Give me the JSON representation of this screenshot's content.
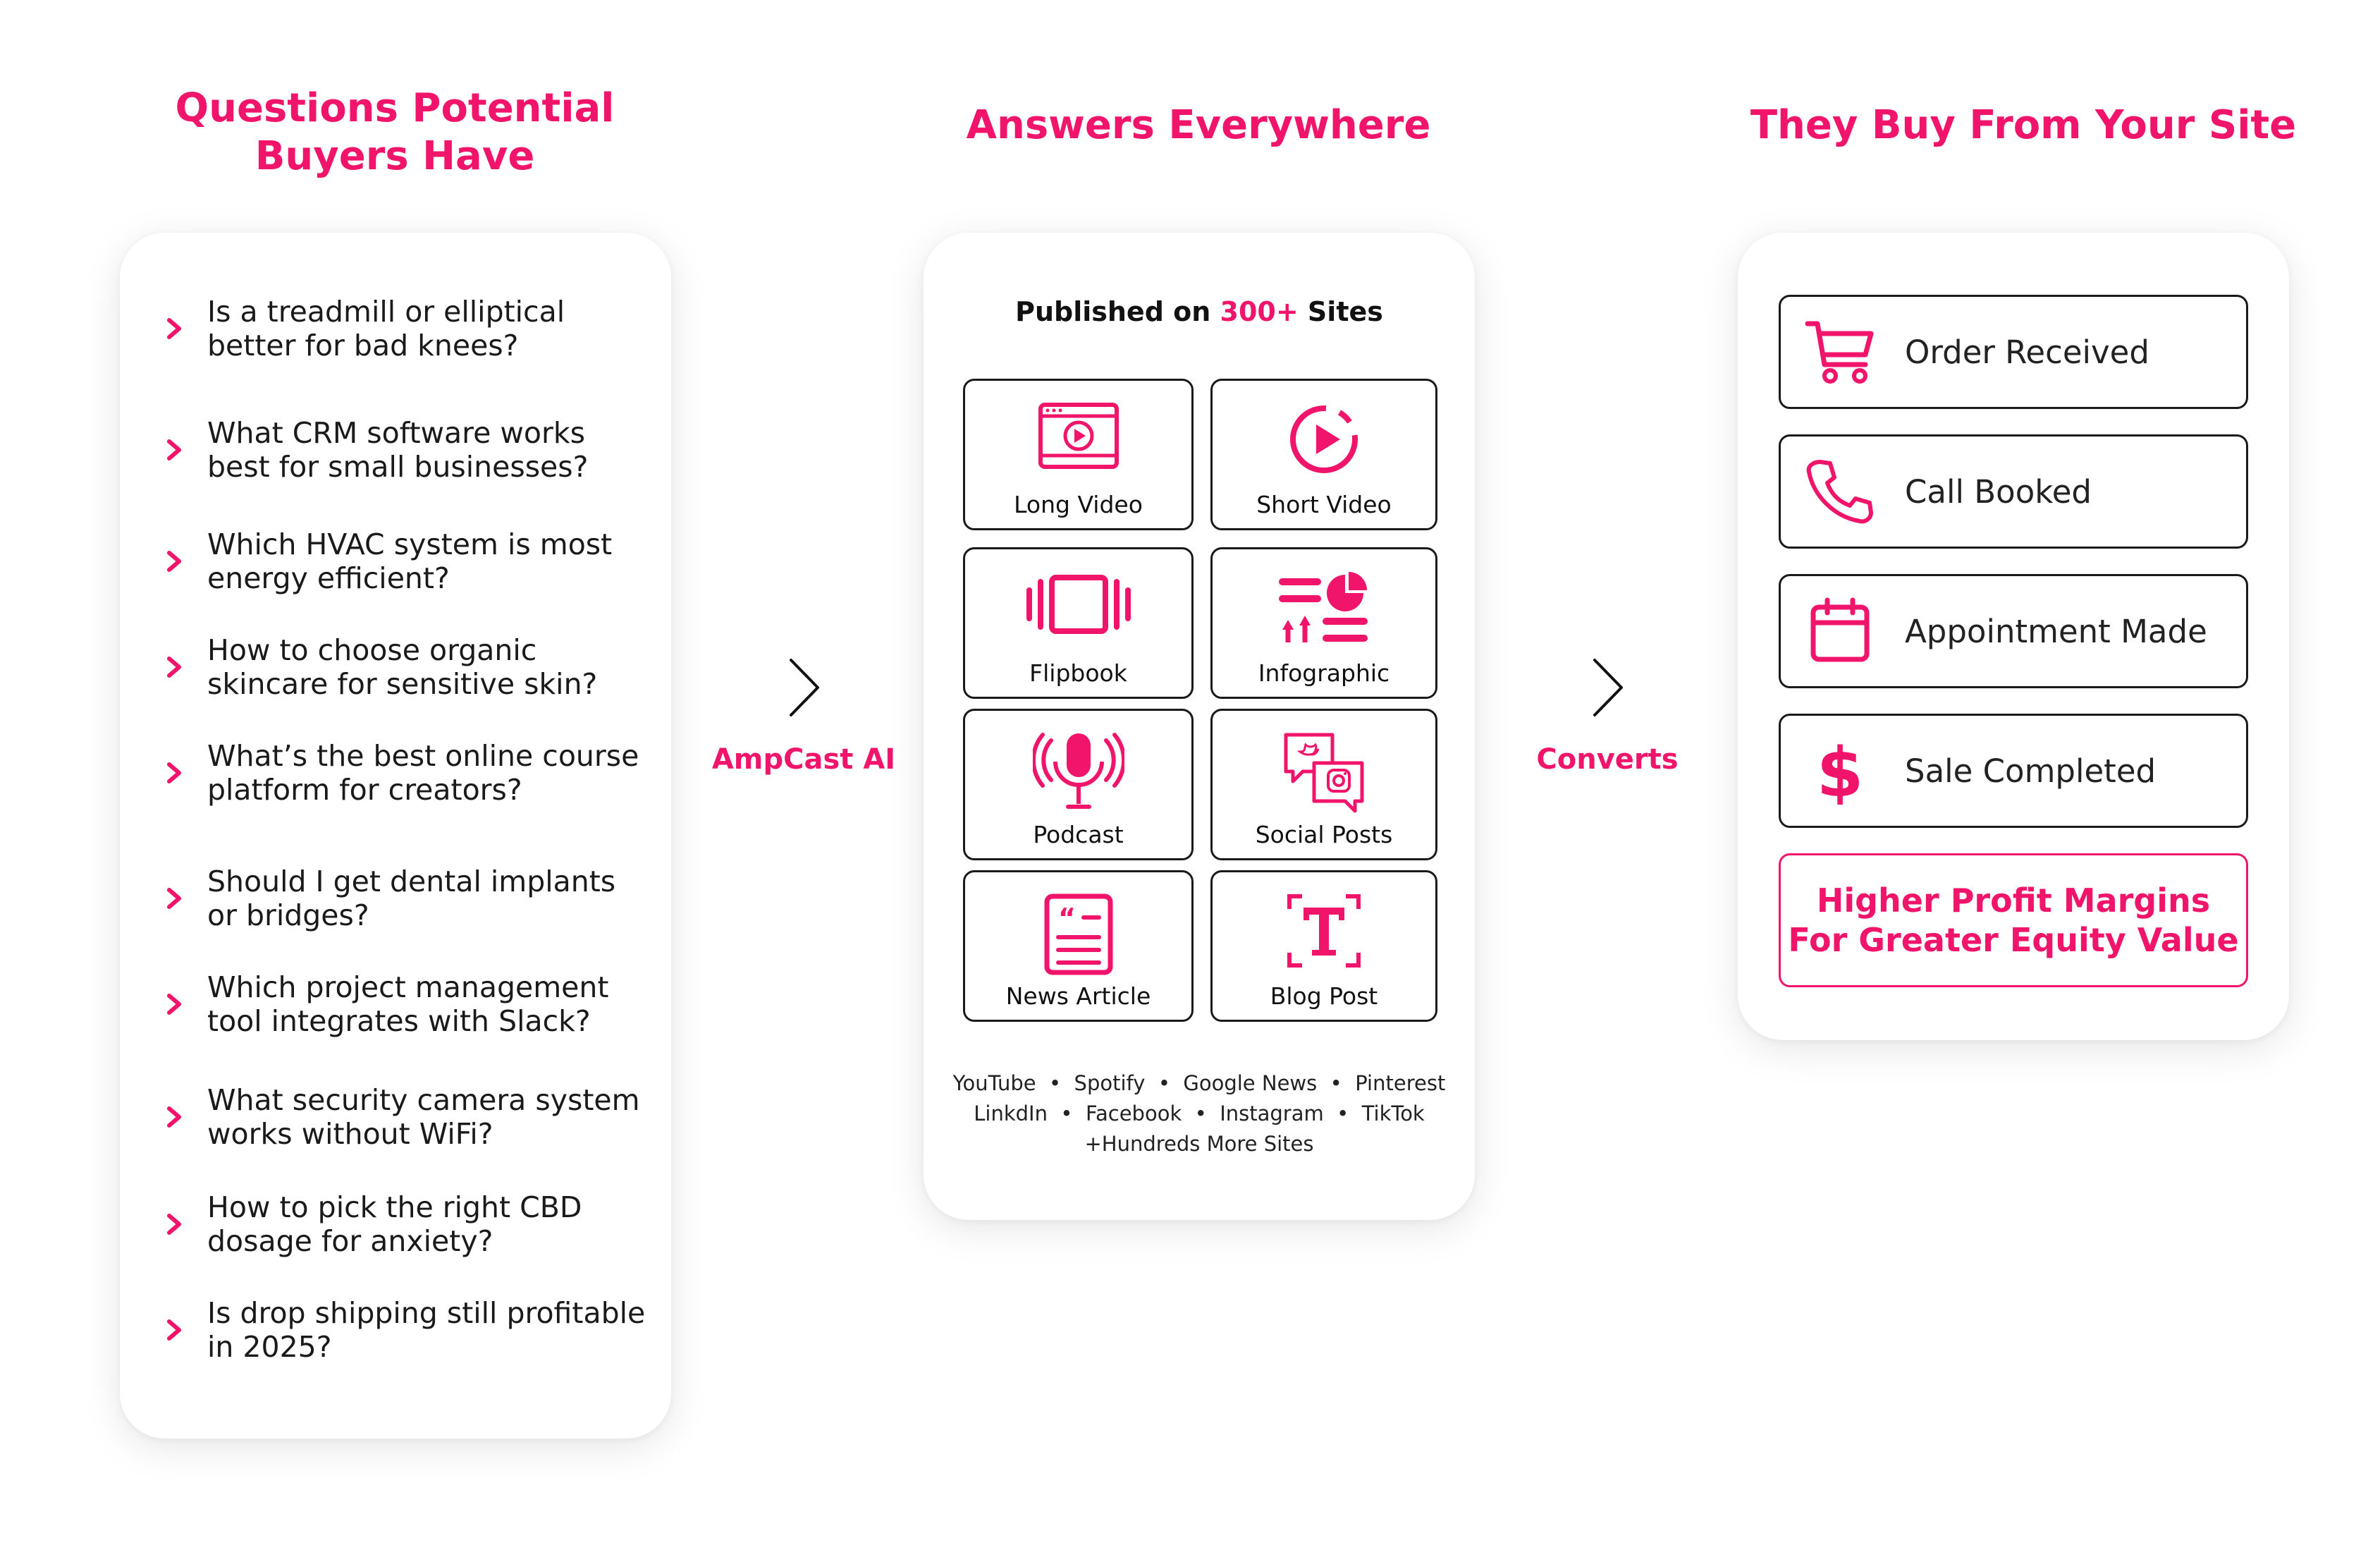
{
  "columns": {
    "left": {
      "heading_line1": "Questions Potential",
      "heading_line2": "Buyers Have",
      "questions": [
        {
          "line1": "Is a treadmill or elliptical",
          "line2": "better for bad knees?"
        },
        {
          "line1": "What CRM software works",
          "line2": "best for small businesses?"
        },
        {
          "line1": "Which HVAC system is most",
          "line2": "energy efficient?"
        },
        {
          "line1": "How to choose organic",
          "line2": "skincare for sensitive skin?"
        },
        {
          "line1": "What’s the best online course",
          "line2": "platform for creators?"
        },
        {
          "line1": "Should I get dental implants",
          "line2": "or bridges?"
        },
        {
          "line1": "Which project management",
          "line2": "tool integrates with Slack?"
        },
        {
          "line1": "What security camera system",
          "line2": "works without WiFi?"
        },
        {
          "line1": "How to pick the right CBD",
          "line2": "dosage for anxiety?"
        },
        {
          "line1": "Is drop shipping still profitable",
          "line2": "in 2025?"
        }
      ]
    },
    "middle": {
      "heading": "Answers Everywhere",
      "published_prefix": "Published on ",
      "published_count": "300+",
      "published_suffix": " Sites",
      "tiles": [
        {
          "label": "Long Video",
          "icon": "video-player-icon"
        },
        {
          "label": "Short Video",
          "icon": "play-circle-icon"
        },
        {
          "label": "Flipbook",
          "icon": "flipbook-icon"
        },
        {
          "label": "Infographic",
          "icon": "infographic-icon"
        },
        {
          "label": "Podcast",
          "icon": "microphone-icon"
        },
        {
          "label": "Social Posts",
          "icon": "social-chat-icon"
        },
        {
          "label": "News Article",
          "icon": "news-article-icon"
        },
        {
          "label": "Blog Post",
          "icon": "text-t-icon"
        }
      ],
      "platforms_line1": "YouTube  •  Spotify  •  Google News  •  Pinterest",
      "platforms_line2": "LinkdIn  •  Facebook  •  Instagram  •  TikTok",
      "platforms_line3": "+Hundreds More Sites"
    },
    "right": {
      "heading": "They Buy From Your Site",
      "outcomes": [
        {
          "label": "Order Received",
          "icon": "shopping-cart-icon"
        },
        {
          "label": "Call Booked",
          "icon": "phone-icon"
        },
        {
          "label": "Appointment Made",
          "icon": "calendar-icon"
        },
        {
          "label": "Sale Completed",
          "icon": "dollar-sign-icon"
        }
      ],
      "cta_line1": "Higher Profit Margins",
      "cta_line2": "For Greater Equity Value"
    }
  },
  "flows": {
    "first_label": "AmpCast AI",
    "second_label": "Converts"
  },
  "colors": {
    "accent": "#F0156B",
    "text": "#1a1a1a",
    "background": "#ffffff"
  }
}
